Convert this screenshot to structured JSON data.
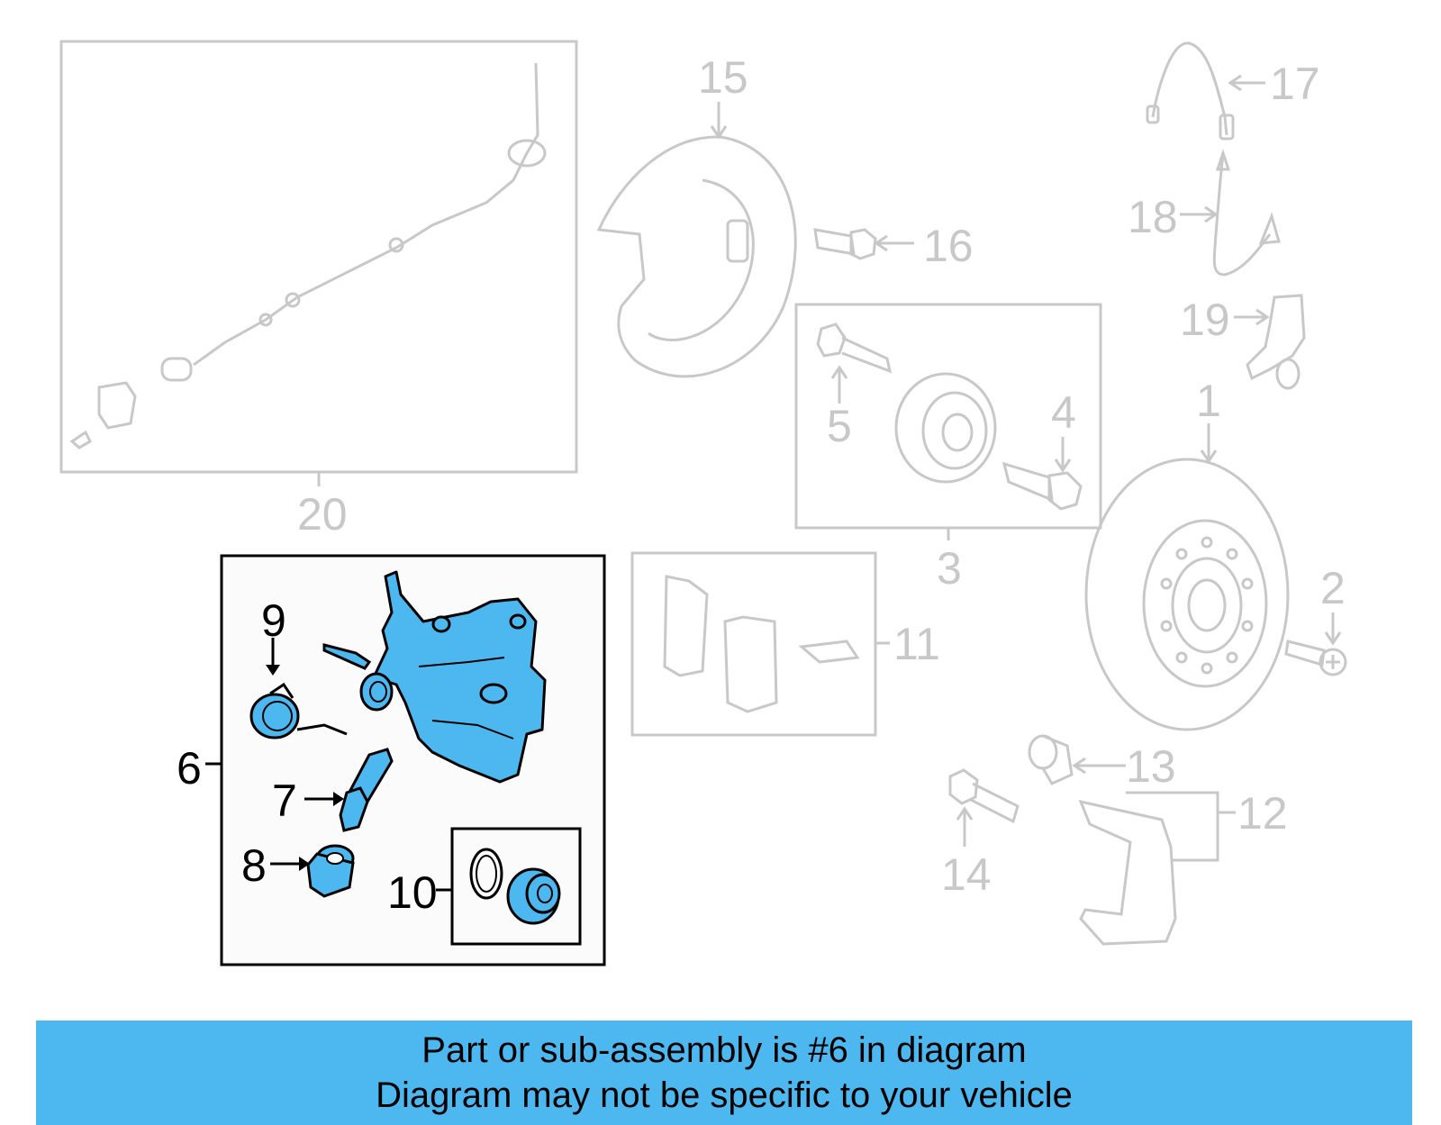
{
  "diagram": {
    "callouts": {
      "c1": "1",
      "c2": "2",
      "c3": "3",
      "c4": "4",
      "c5": "5",
      "c6": "6",
      "c7": "7",
      "c8": "8",
      "c9": "9",
      "c10": "10",
      "c11": "11",
      "c12": "12",
      "c13": "13",
      "c14": "14",
      "c15": "15",
      "c16": "16",
      "c17": "17",
      "c18": "18",
      "c19": "19",
      "c20": "20"
    },
    "highlight_color": "#4db8f0",
    "line_color_inactive": "#c8c8c8",
    "line_color_active": "#000000"
  },
  "banner": {
    "line1": "Part or sub-assembly is #6 in diagram",
    "line2": "Diagram may not be specific to your vehicle",
    "color": "#4db8f0"
  }
}
